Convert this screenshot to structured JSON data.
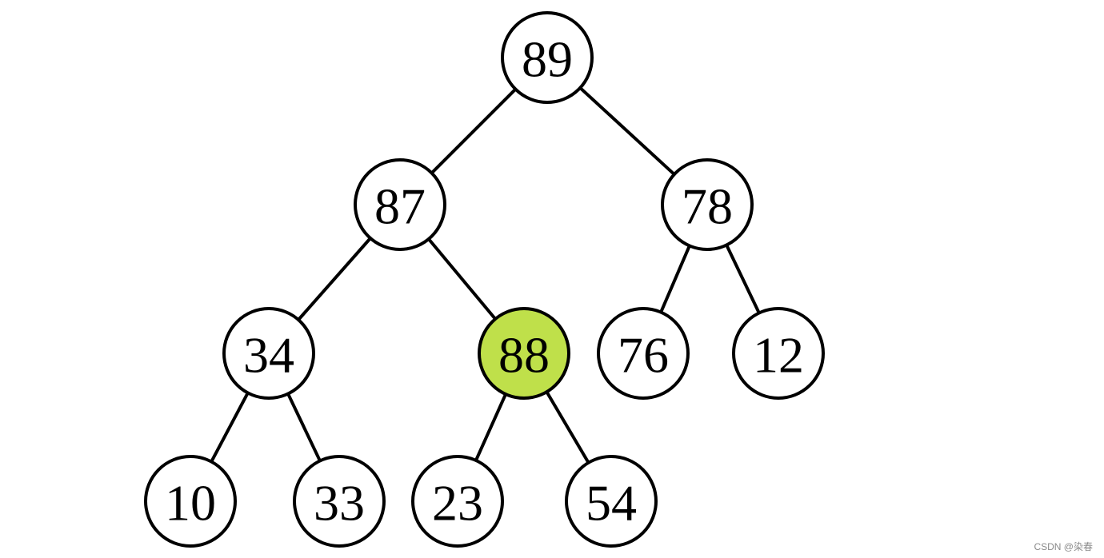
{
  "tree": {
    "highlight_color": "#bfe04a",
    "nodes": [
      {
        "id": "n89",
        "label": "89",
        "highlighted": false
      },
      {
        "id": "n87",
        "label": "87",
        "highlighted": false
      },
      {
        "id": "n78",
        "label": "78",
        "highlighted": false
      },
      {
        "id": "n34",
        "label": "34",
        "highlighted": false
      },
      {
        "id": "n88",
        "label": "88",
        "highlighted": true
      },
      {
        "id": "n76",
        "label": "76",
        "highlighted": false
      },
      {
        "id": "n12",
        "label": "12",
        "highlighted": false
      },
      {
        "id": "n10",
        "label": "10",
        "highlighted": false
      },
      {
        "id": "n33",
        "label": "33",
        "highlighted": false
      },
      {
        "id": "n23",
        "label": "23",
        "highlighted": false
      },
      {
        "id": "n54",
        "label": "54",
        "highlighted": false
      }
    ],
    "edges": [
      {
        "from": "n89",
        "to": "n87"
      },
      {
        "from": "n89",
        "to": "n78"
      },
      {
        "from": "n87",
        "to": "n34"
      },
      {
        "from": "n87",
        "to": "n88"
      },
      {
        "from": "n78",
        "to": "n76"
      },
      {
        "from": "n78",
        "to": "n12"
      },
      {
        "from": "n34",
        "to": "n10"
      },
      {
        "from": "n34",
        "to": "n33"
      },
      {
        "from": "n88",
        "to": "n23"
      },
      {
        "from": "n88",
        "to": "n54"
      }
    ]
  },
  "watermark": {
    "text": "CSDN @染春"
  }
}
